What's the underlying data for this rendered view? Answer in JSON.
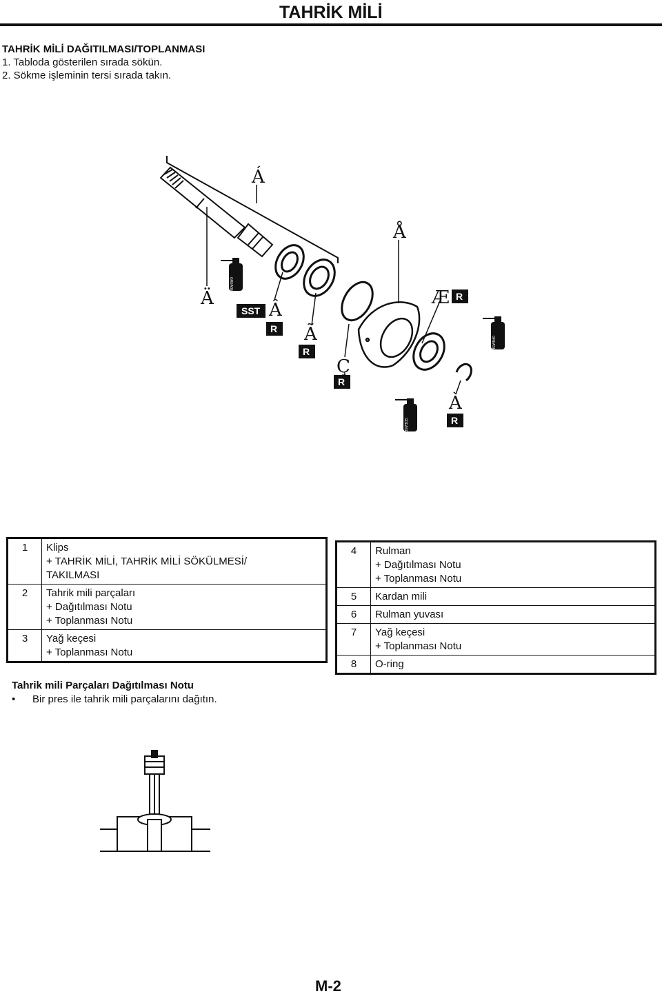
{
  "header": {
    "title": "TAHRİK MİLİ"
  },
  "section": {
    "title": "TAHRİK MİLİ DAĞITILMASI/TOPLANMASI",
    "steps": [
      "1. Tabloda gösterilen sırada sökün.",
      "2. Sökme işleminin tersi sırada takın."
    ]
  },
  "diagram": {
    "callouts": [
      "Á",
      "Å",
      "Ä",
      "Â",
      "Ã",
      "Ç",
      "Æ",
      "À"
    ],
    "sst_label": "SST",
    "r_label": "R",
    "grease_label": "GREASE"
  },
  "table_left": [
    {
      "num": "1",
      "lines": [
        "Klips",
        "+ TAHRİK MİLİ, TAHRİK MİLİ SÖKÜLMESİ/",
        "TAKILMASI"
      ]
    },
    {
      "num": "2",
      "lines": [
        "Tahrik mili parçaları",
        "+ Dağıtılması Notu",
        "+ Toplanması Notu"
      ]
    },
    {
      "num": "3",
      "lines": [
        "Yağ keçesi",
        "+ Toplanması Notu"
      ]
    }
  ],
  "table_right": [
    {
      "num": "4",
      "lines": [
        "Rulman",
        "+ Dağıtılması Notu",
        "+ Toplanması Notu"
      ]
    },
    {
      "num": "5",
      "lines": [
        "Kardan mili"
      ]
    },
    {
      "num": "6",
      "lines": [
        "Rulman yuvası"
      ]
    },
    {
      "num": "7",
      "lines": [
        "Yağ keçesi",
        "+ Toplanması Notu"
      ]
    },
    {
      "num": "8",
      "lines": [
        "O-ring"
      ]
    }
  ],
  "note": {
    "title": "Tahrik mili Parçaları Dağıtılması Notu",
    "bullet": "•",
    "text": "Bir pres ile tahrik mili parçalarını dağıtın."
  },
  "footer": {
    "page": "M-2"
  }
}
